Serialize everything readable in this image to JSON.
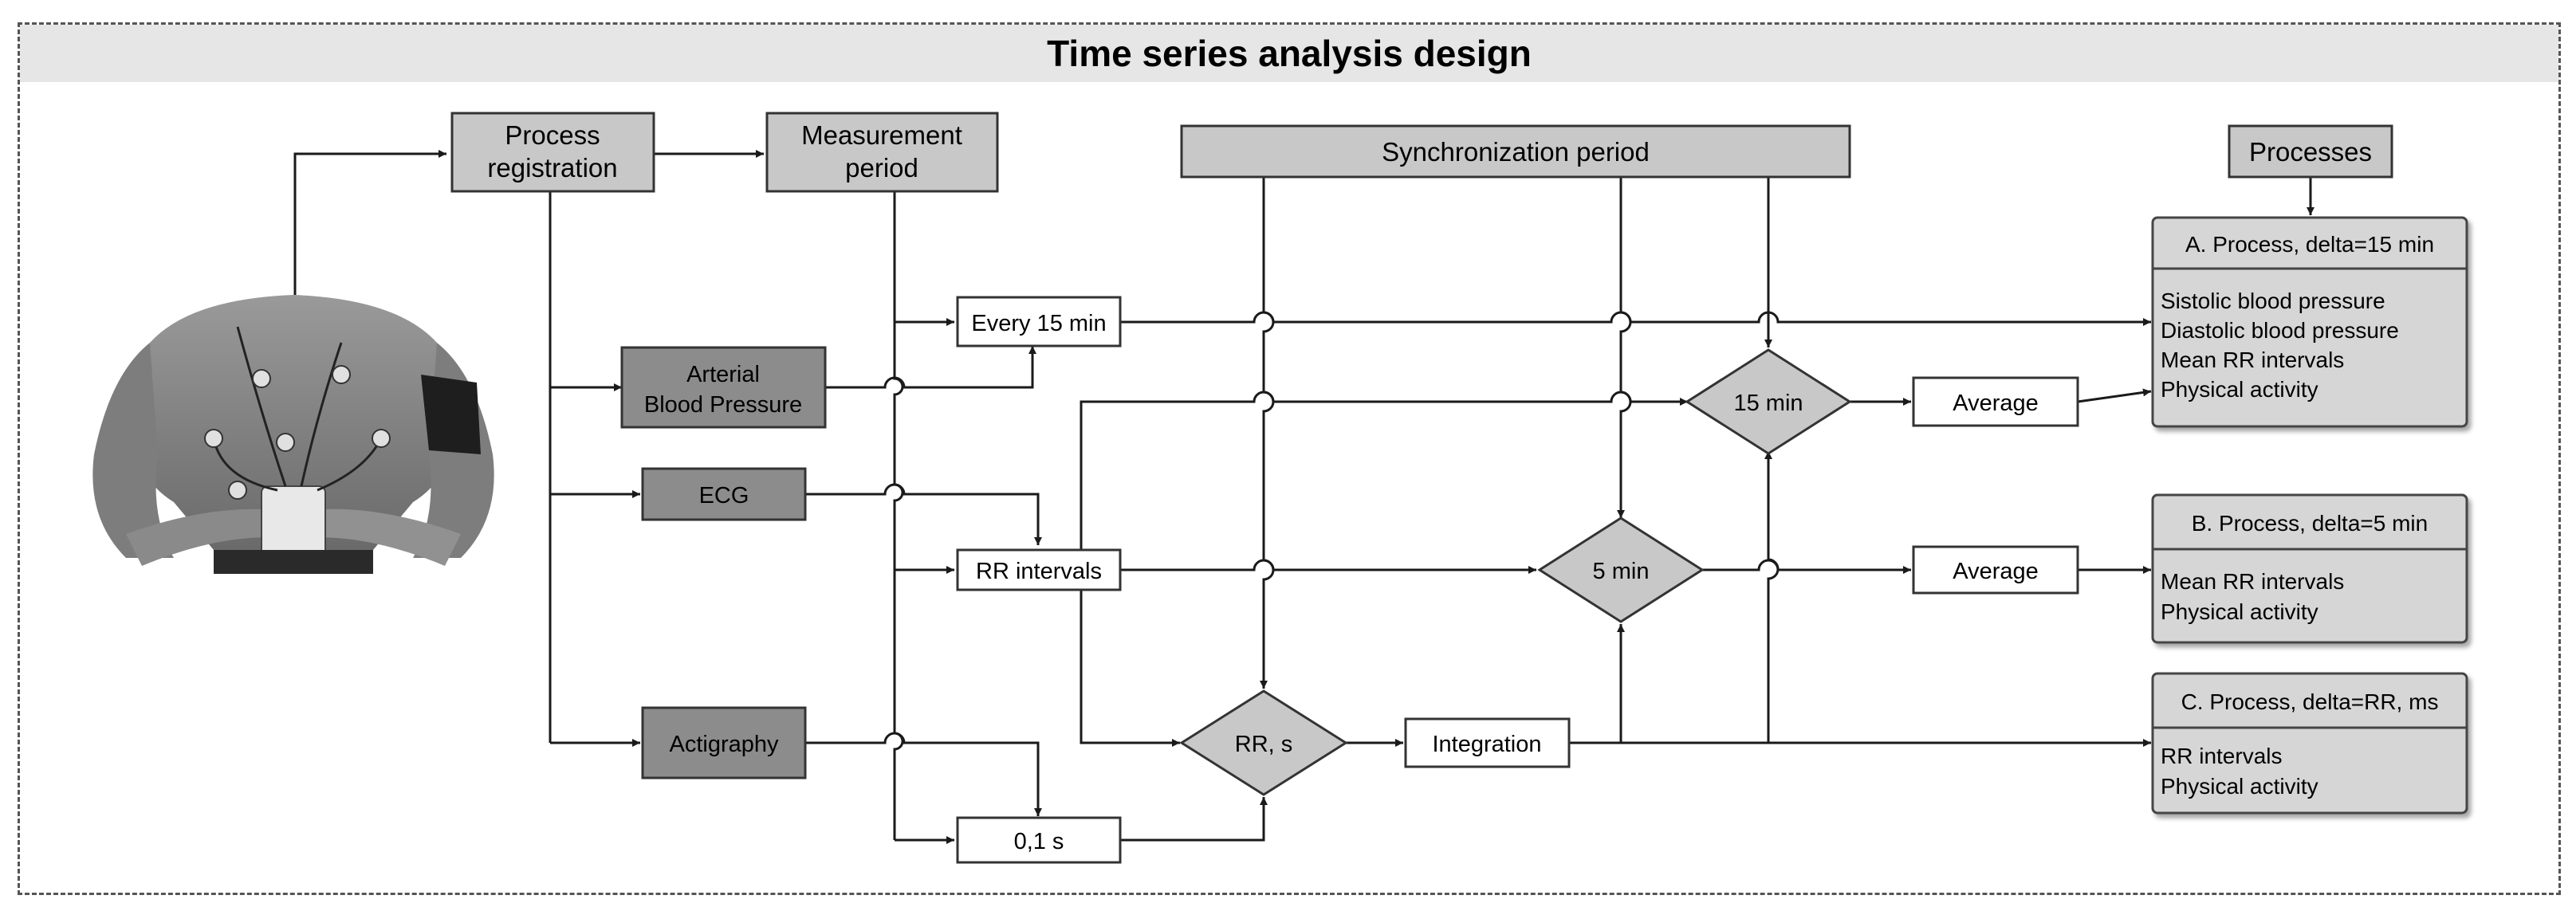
{
  "title": "Time series analysis design",
  "photo": {
    "icon": "person-wearing-holter-monitor-icon"
  },
  "nodes": {
    "process_registration": [
      "Process",
      "registration"
    ],
    "measurement_period": [
      "Measurement",
      "period"
    ],
    "synchronization_period": "Synchronization period",
    "processes": "Processes",
    "arterial_bp": [
      "Arterial",
      "Blood Pressure"
    ],
    "ecg": "ECG",
    "actigraphy": "Actigraphy",
    "every_15_min": "Every 15 min",
    "rr_intervals": "RR intervals",
    "zero_one_s": "0,1 s",
    "d_15min": "15 min",
    "d_5min": "5 min",
    "d_rrs": "RR, s",
    "average_top": "Average",
    "average_mid": "Average",
    "integration": "Integration"
  },
  "process_boxes": [
    {
      "header": "A. Process, delta=15 min",
      "items": [
        "Sistolic blood pressure",
        "Diastolic blood pressure",
        "Mean RR intervals",
        "Physical activity"
      ]
    },
    {
      "header": "B. Process, delta=5 min",
      "items": [
        "Mean RR intervals",
        "Physical activity"
      ]
    },
    {
      "header": "C. Process, delta=RR, ms",
      "items": [
        "RR intervals",
        "Physical activity"
      ]
    }
  ],
  "colors": {
    "box_gray": "#c8c8c8",
    "box_dark": "#8c8c8c",
    "line": "#1a1a1a",
    "title_bg": "#e6e6e6"
  }
}
